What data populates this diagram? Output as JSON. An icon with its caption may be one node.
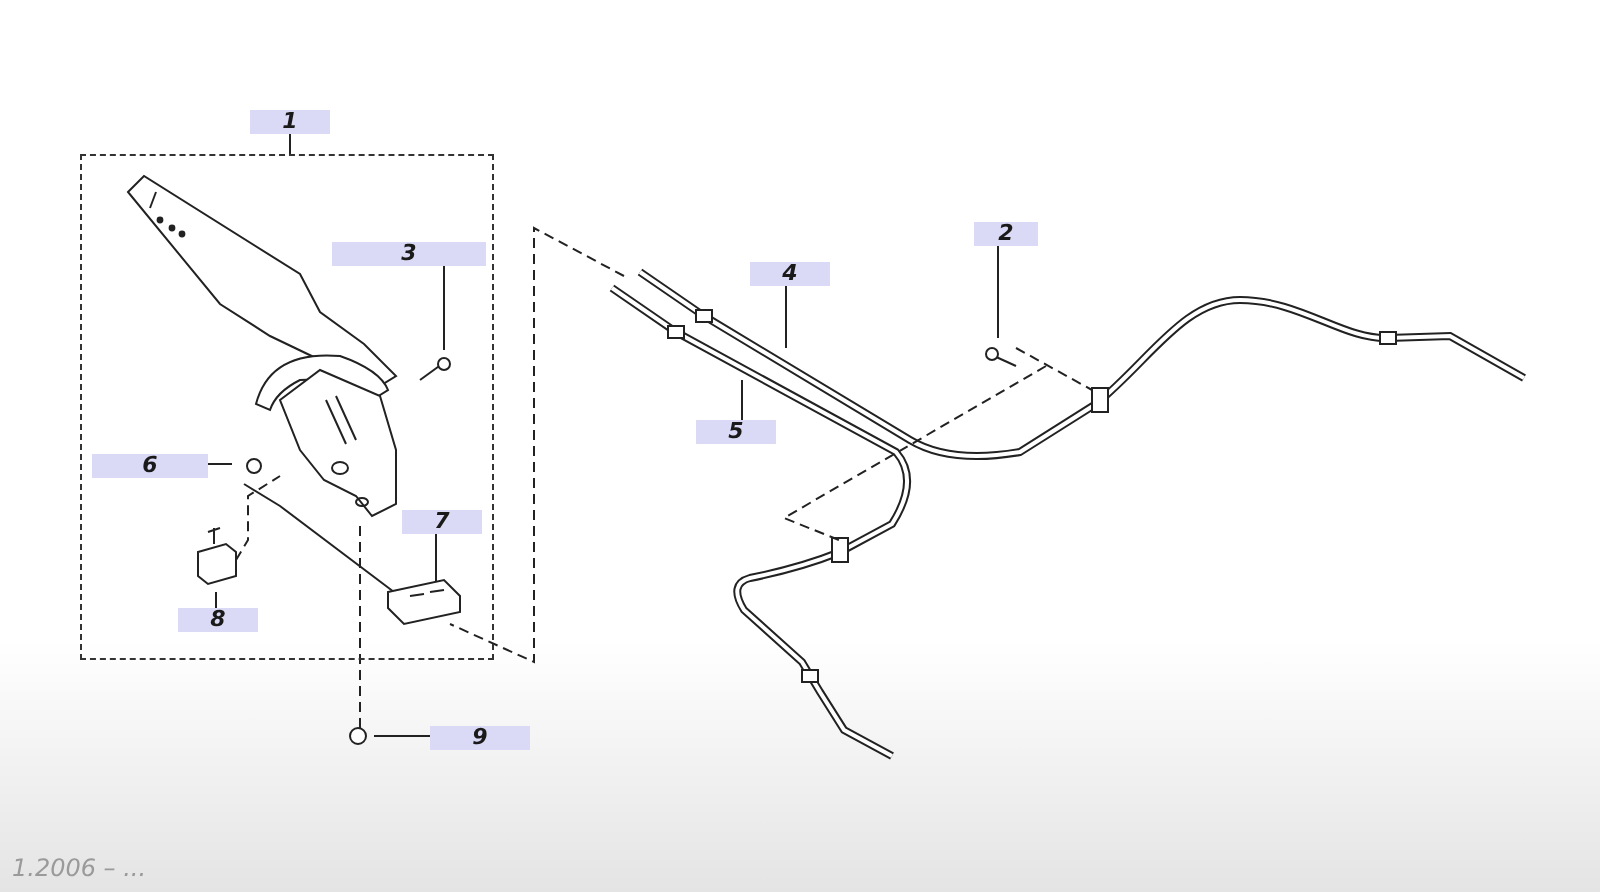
{
  "diagram": {
    "nodes": [
      {
        "text": [
          "1"
        ]
      },
      {
        "text": [],
        "shape": "box"
      },
      {
        "text": [
          "2"
        ]
      },
      {
        "text": [
          "3"
        ],
        "in": 1
      },
      {
        "text": [
          "4"
        ]
      },
      {
        "text": [
          "5"
        ]
      },
      {
        "text": [
          "6"
        ],
        "in": 1
      },
      {
        "text": [
          "7"
        ],
        "in": 1
      },
      {
        "text": [
          "8"
        ],
        "in": 1
      },
      {
        "text": [
          "9"
        ]
      }
    ],
    "edges": [
      {
        "from": 0,
        "to": 1,
        "arrow": "none"
      },
      {
        "from": 2,
        "to": null,
        "arrow": "none"
      },
      {
        "from": 3,
        "to": null,
        "arrow": "none"
      },
      {
        "from": 4,
        "to": null,
        "arrow": "none"
      },
      {
        "from": 5,
        "to": null,
        "arrow": "none"
      },
      {
        "from": 6,
        "to": null,
        "arrow": "none"
      },
      {
        "from": 7,
        "to": null,
        "arrow": "none"
      },
      {
        "from": 8,
        "to": null,
        "arrow": "none"
      },
      {
        "from": 9,
        "to": null,
        "arrow": "none"
      }
    ],
    "labels": [
      "1.2006 – ..."
    ]
  }
}
